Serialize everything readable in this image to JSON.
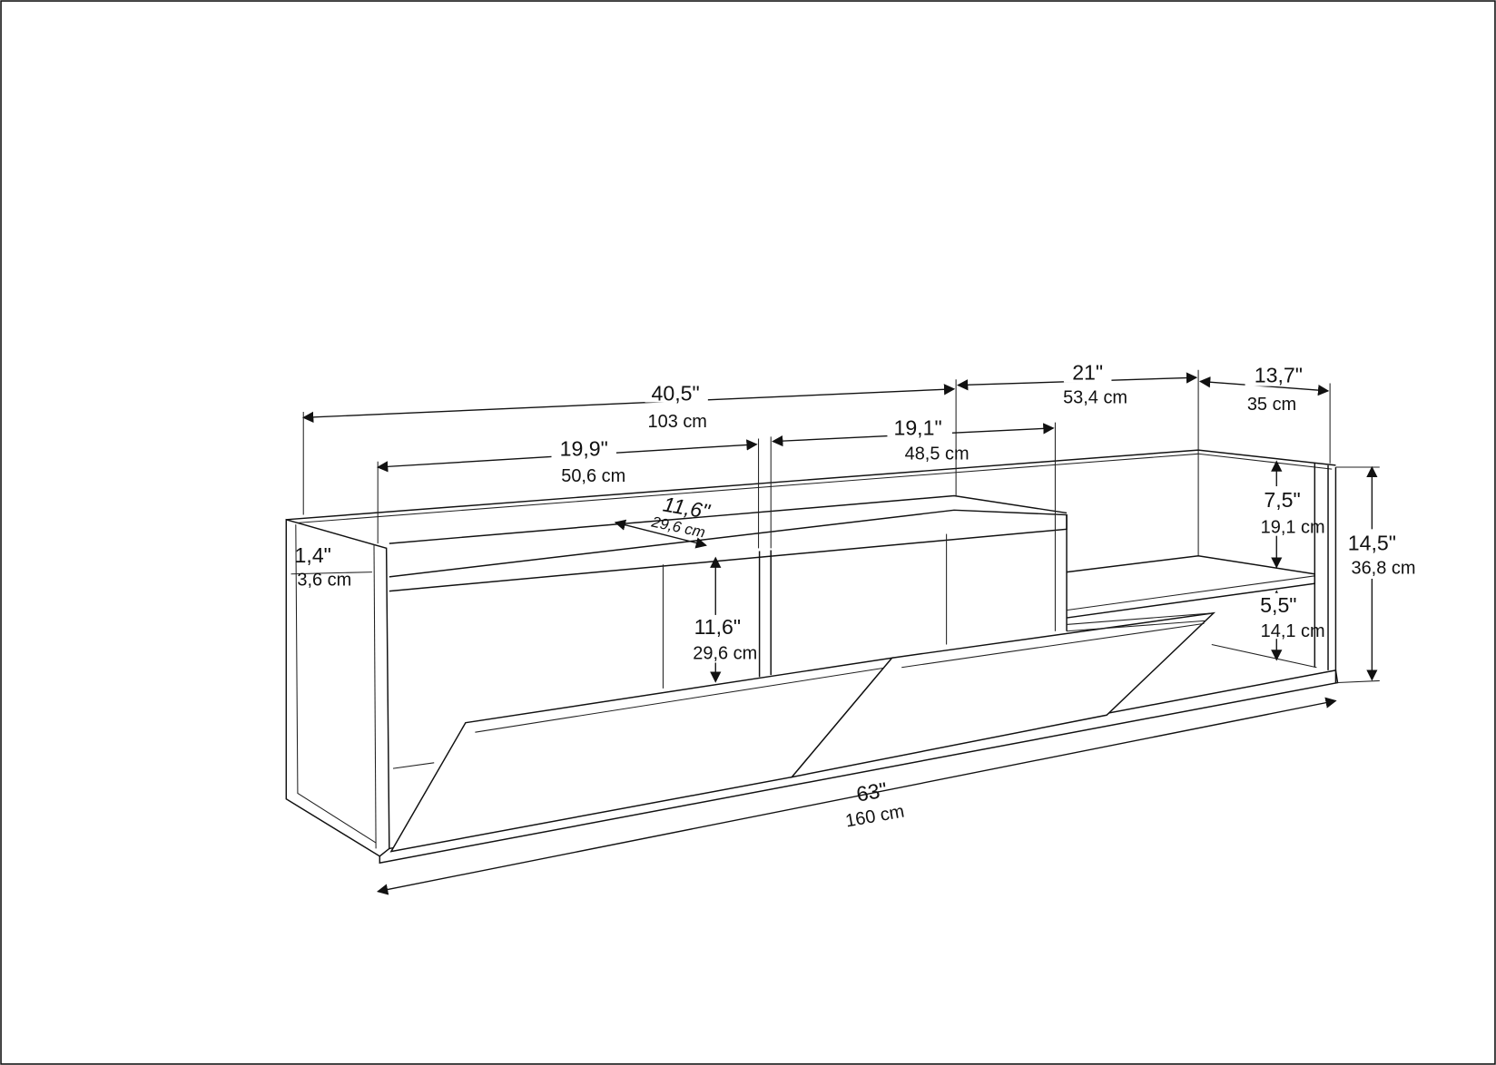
{
  "dimensions": {
    "left_section_width": {
      "in": "40,5\"",
      "cm": "103 cm"
    },
    "middle_section_width": {
      "in": "21\"",
      "cm": "53,4 cm"
    },
    "depth_top": {
      "in": "13,7\"",
      "cm": "35 cm"
    },
    "left_compartment_width": {
      "in": "19,9\"",
      "cm": "50,6 cm"
    },
    "center_compartment_width": {
      "in": "19,1\"",
      "cm": "48,5 cm"
    },
    "shelf_depth": {
      "in": "11,6\"",
      "cm": "29,6 cm"
    },
    "panel_thickness": {
      "in": "1,4\"",
      "cm": "3,6 cm"
    },
    "compartment_height": {
      "in": "11,6\"",
      "cm": "29,6 cm"
    },
    "upper_open_height": {
      "in": "7,5\"",
      "cm": "19,1 cm"
    },
    "lower_open_height": {
      "in": "5,5\"",
      "cm": "14,1 cm"
    },
    "total_height": {
      "in": "14,5\"",
      "cm": "36,8 cm"
    },
    "total_width": {
      "in": "63\"",
      "cm": "160 cm"
    }
  }
}
